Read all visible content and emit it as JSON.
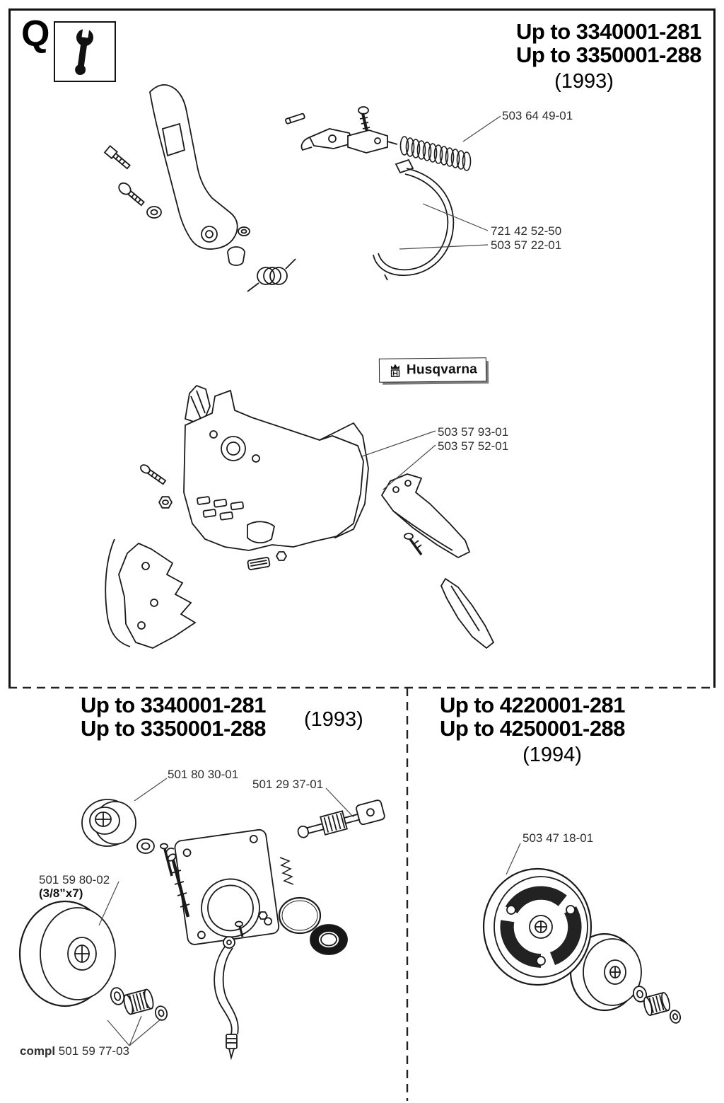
{
  "marker": {
    "letter": "Q"
  },
  "top_panel": {
    "serial_line1": "Up to 3340001-281",
    "serial_line2": "Up to 3350001-288",
    "year": "(1993)",
    "badge": {
      "brand": "Husqvarna"
    },
    "labels": {
      "spring": "503 64 49-01",
      "band1": "721 42 52-50",
      "band2": "503 57 22-01",
      "cover1": "503 57 93-01",
      "cover2": "503 57 52-01"
    }
  },
  "bottom_left_panel": {
    "serial_line1": "Up to 3340001-281",
    "serial_line2": "Up to 3350001-288",
    "year": "(1993)",
    "labels": {
      "drum": "501 80 30-01",
      "pump": "501 29 37-01",
      "sprocket": "501 59 80-02",
      "sprocket_note": "(3/8”x7)",
      "compl_prefix": "compl",
      "compl_number": "501 59 77-03"
    }
  },
  "bottom_right_panel": {
    "serial_line1": "Up to 4220001-281",
    "serial_line2": "Up to 4250001-288",
    "year": "(1994)",
    "labels": {
      "clutch": "503 47 18-01"
    }
  }
}
